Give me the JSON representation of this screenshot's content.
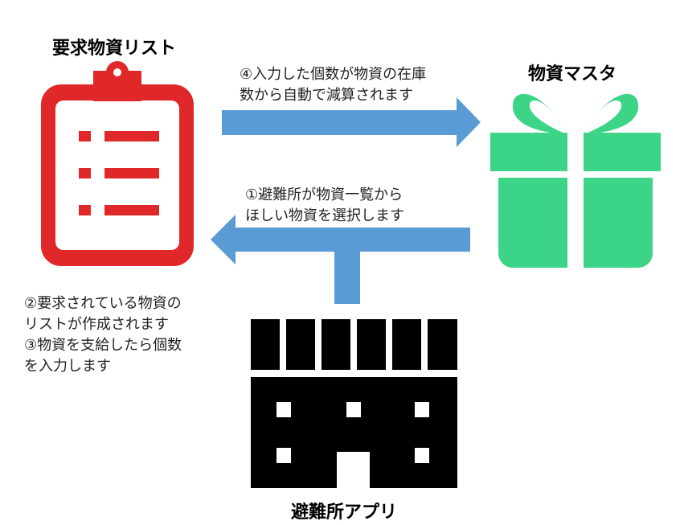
{
  "titles": {
    "request_list": "要求物資リスト",
    "supply_master": "物資マスタ",
    "shelter_app": "避難所アプリ"
  },
  "notes": {
    "step4": [
      "④入力した個数が物資の在庫",
      "数から自動で減算されます"
    ],
    "step1": [
      "①避難所が物資一覧から",
      "ほしい物資を選択します"
    ],
    "step2_3": [
      "②要求されている物資の",
      "リストが作成されます",
      "③物資を支給したら個数",
      "を入力します"
    ]
  },
  "colors": {
    "clipboard": "#e0282b",
    "gift": "#3cd487",
    "arrow": "#5b9bd5",
    "building": "#000000"
  },
  "icons": {
    "request_list": "clipboard-list-icon",
    "supply_master": "gift-box-icon",
    "shelter_app": "building-icon"
  }
}
